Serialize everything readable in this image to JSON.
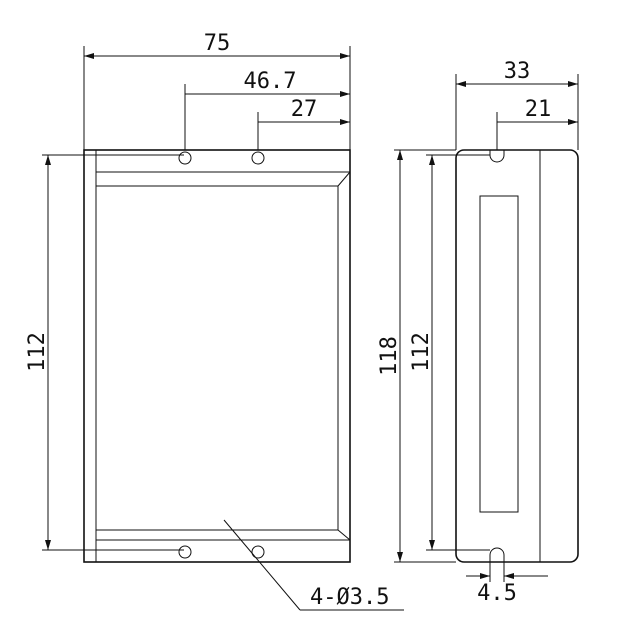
{
  "drawing": {
    "front_view": {
      "overall_width": "75",
      "hole_offset_left": "46.7",
      "hole_offset_right": "27",
      "height": "112"
    },
    "side_view": {
      "overall_depth": "33",
      "slot_offset": "21",
      "overall_height": "118",
      "body_height": "112",
      "slot_width": "4.5"
    },
    "hole_callout": "4-Ø3.5"
  }
}
